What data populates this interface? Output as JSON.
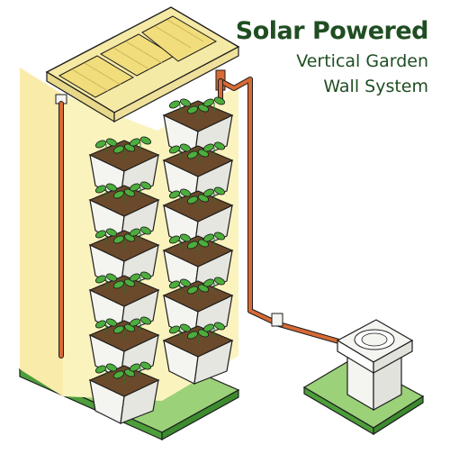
{
  "title": {
    "line1": "Solar Powered",
    "line2": "Vertical Garden",
    "line3": "Wall System"
  },
  "stock_id": "1696522177",
  "colors": {
    "title": "#1f4e22",
    "wall": "#fbf3bd",
    "wall_side": "#f7e49b",
    "panel_frame": "#f5e9a6",
    "panel_cell": "#f1dd7c",
    "pipe": "#d76a35",
    "planter": "#f4f4f0",
    "soil": "#6b4a2b",
    "leaf": "#4cae3c",
    "ground": "#9bd178",
    "ground_side": "#4c9e3a"
  },
  "icons": [
    "solar-panel-icon",
    "planter-icon",
    "water-tank-icon",
    "pipe-icon"
  ]
}
